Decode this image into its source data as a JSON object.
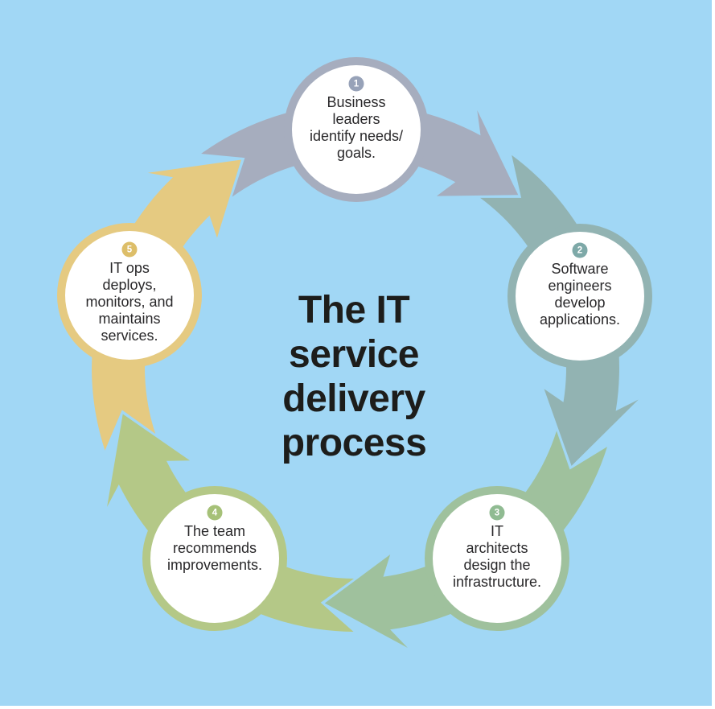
{
  "background_color": "#a1d7f5",
  "text_color": "#29282a",
  "title": {
    "text": "The IT service delivery process",
    "color": "#1d1d1b",
    "lines": [
      "The IT",
      "service",
      "delivery",
      "process"
    ]
  },
  "steps": [
    {
      "number": "1",
      "label": "Business leaders identify needs/goals.",
      "lines": [
        "Business",
        "leaders",
        "identify needs/",
        "goals."
      ],
      "band_color": "#a6adbe",
      "badge_color": "#97a2b8"
    },
    {
      "number": "2",
      "label": "Software engineers develop applications.",
      "lines": [
        "Software",
        "engineers",
        "develop",
        "applications."
      ],
      "band_color": "#92b3b2",
      "badge_color": "#7ea9a8"
    },
    {
      "number": "3",
      "label": "IT architects design the infrastructure.",
      "lines": [
        "IT",
        "architects",
        "design the",
        "infrastructure."
      ],
      "band_color": "#9fc19d",
      "badge_color": "#90bb92"
    },
    {
      "number": "4",
      "label": "The team recommends improvements.",
      "lines": [
        "The team",
        "recommends",
        "improvements."
      ],
      "band_color": "#b4c887",
      "badge_color": "#a6c178"
    },
    {
      "number": "5",
      "label": "IT ops deploys, monitors, and maintains services.",
      "lines": [
        "IT ops",
        "deploys,",
        "monitors, and",
        "maintains",
        "services."
      ],
      "band_color": "#e5ca81",
      "badge_color": "#ddbe69"
    }
  ]
}
